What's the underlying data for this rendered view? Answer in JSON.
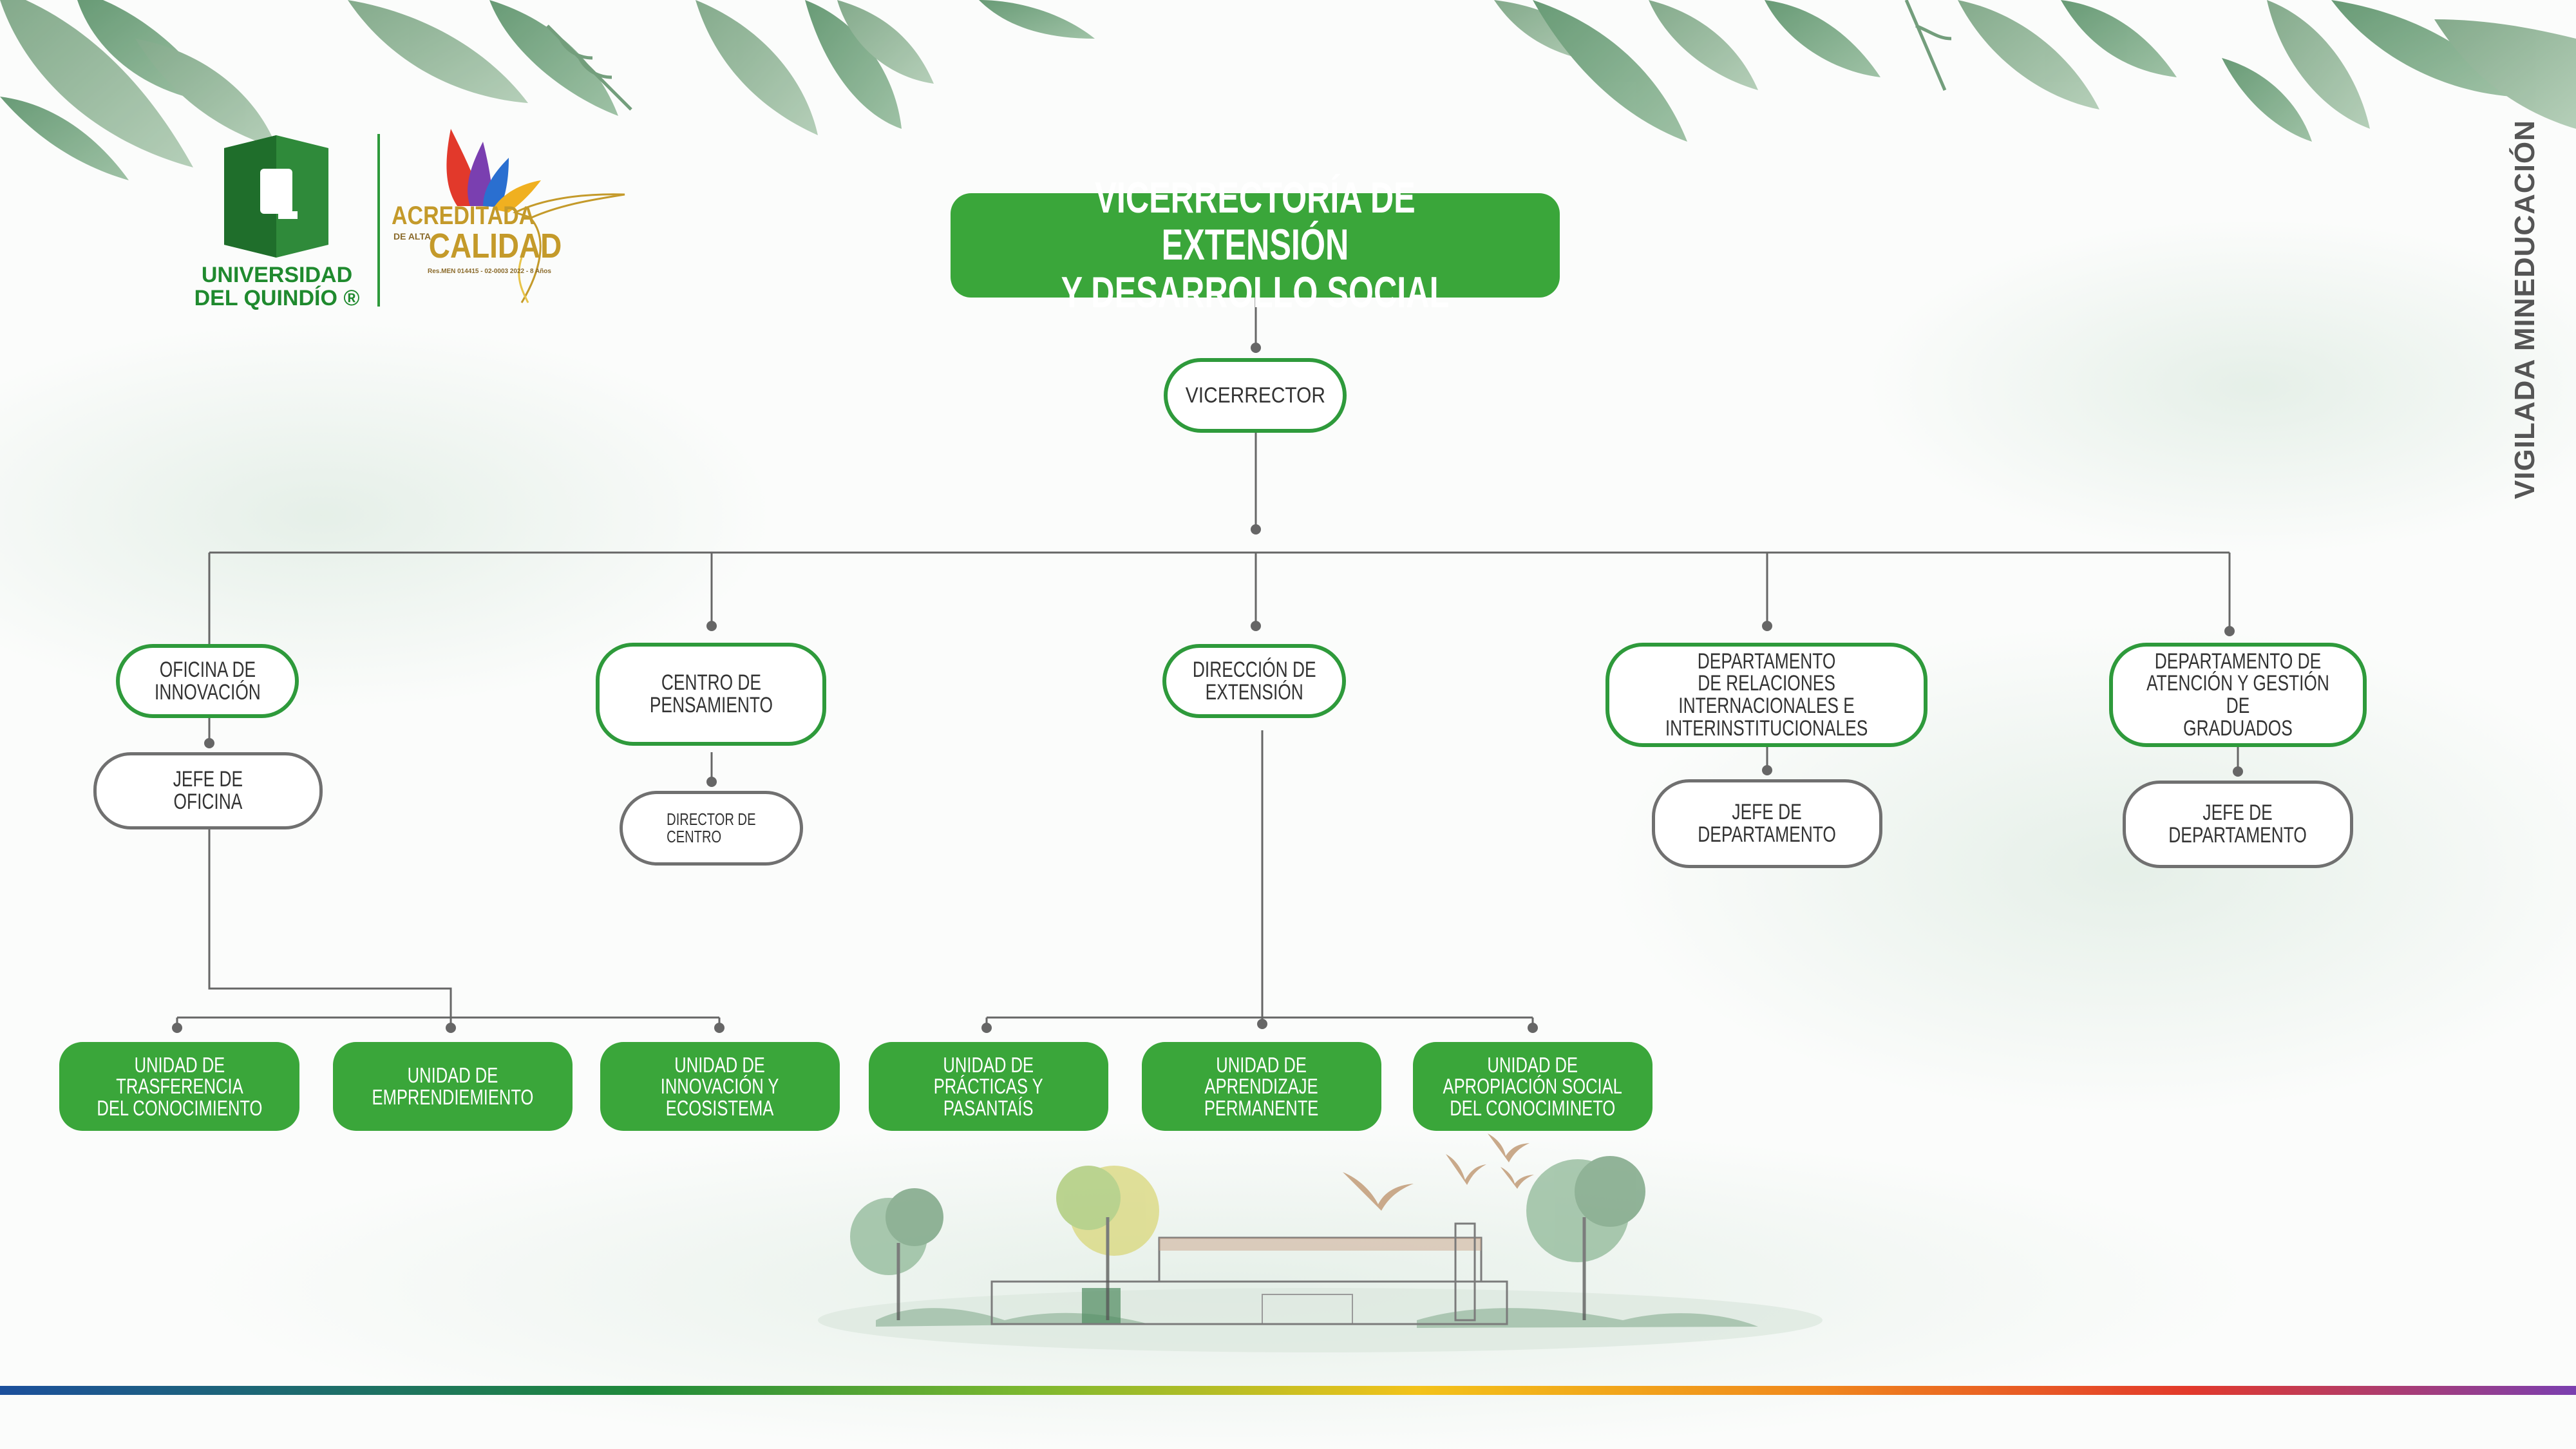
{
  "header": {
    "university_name": "UNIVERSIDAD DEL QUINDÍO",
    "university_line1": "UNIVERSIDAD",
    "university_line2": "DEL QUINDÍO ®",
    "accreditation_line1": "ACREDITADA",
    "accreditation_small": "DE ALTA",
    "accreditation_line2": "CALIDAD",
    "accreditation_resolution": "Res.MEN 014415 - 02-0003 2022 - 8 Años",
    "side_text": "VIGILADA MINEDUCACIÓN"
  },
  "org_chart": {
    "title": "VICERRECTORÍA DE EXTENSIÓN Y DESARROLLO SOCIAL",
    "title_lines": [
      "VICERRECTORÍA DE EXTENSIÓN",
      "Y DESARROLLO SOCIAL"
    ],
    "root": {
      "label": "VICERRECTOR"
    },
    "departments": [
      {
        "label": "OFICINA DE INNOVACIÓN",
        "lines": [
          "OFICINA DE",
          "INNOVACIÓN"
        ],
        "head": {
          "label": "JEFE DE OFICINA",
          "lines": [
            "JEFE DE",
            "OFICINA"
          ]
        },
        "units": [
          {
            "label": "UNIDAD DE TRASFERENCIA DEL CONOCIMIENTO",
            "lines": [
              "UNIDAD DE",
              "TRASFERENCIA",
              "DEL CONOCIMIENTO"
            ]
          },
          {
            "label": "UNIDAD DE EMPRENDIEMIENTO",
            "lines": [
              "UNIDAD DE",
              "EMPRENDIEMIENTO"
            ]
          },
          {
            "label": "UNIDAD DE INNOVACIÓN Y ECOSISTEMA",
            "lines": [
              "UNIDAD DE",
              "INNOVACIÓN Y",
              "ECOSISTEMA"
            ]
          }
        ]
      },
      {
        "label": "CENTRO DE PENSAMIENTO",
        "lines": [
          "CENTRO DE",
          "PENSAMIENTO"
        ],
        "head": {
          "label": "DIRECTOR DE CENTRO",
          "lines": [
            "DIRECTOR DE",
            "CENTRO"
          ]
        },
        "units": []
      },
      {
        "label": "DIRECCIÓN DE EXTENSIÓN",
        "lines": [
          "DIRECCIÓN DE",
          "EXTENSIÓN"
        ],
        "head": null,
        "units": [
          {
            "label": "UNIDAD DE PRÁCTICAS Y PASANTAÍS",
            "lines": [
              "UNIDAD DE",
              "PRÁCTICAS Y",
              "PASANTAÍS"
            ]
          },
          {
            "label": "UNIDAD DE APRENDIZAJE PERMANENTE",
            "lines": [
              "UNIDAD DE",
              "APRENDIZAJE",
              "PERMANENTE"
            ]
          },
          {
            "label": "UNIDAD DE APROPIACIÓN SOCIAL DEL CONOCIMINETO",
            "lines": [
              "UNIDAD DE",
              "APROPIACIÓN SOCIAL",
              "DEL CONOCIMINETO"
            ]
          }
        ]
      },
      {
        "label": "DEPARTAMENTO DE RELACIONES INTERNACIONALES E INTERINSTITUCIONALES",
        "lines": [
          "DEPARTAMENTO",
          "DE RELACIONES",
          "INTERNACIONALES E",
          "INTERINSTITUCIONALES"
        ],
        "head": {
          "label": "JEFE DE DEPARTAMENTO",
          "lines": [
            "JEFE DE",
            "DEPARTAMENTO"
          ]
        },
        "units": []
      },
      {
        "label": "DEPARTAMENTO DE ATENCIÓN Y GESTIÓN DE GRADUADOS",
        "lines": [
          "DEPARTAMENTO DE",
          "ATENCIÓN Y GESTIÓN DE",
          "GRADUADOS"
        ],
        "head": {
          "label": "JEFE DE DEPARTAMENTO",
          "lines": [
            "JEFE DE",
            "DEPARTAMENTO"
          ]
        },
        "units": []
      }
    ]
  },
  "colors": {
    "green": "#3aa63a",
    "dark_green": "#1f8a2e",
    "outline_green": "#2e9a3b",
    "grey": "#707070",
    "connector": "#666666",
    "gold": "#c49a2a"
  },
  "icons": {
    "leaves": "leaf-decoration-icon",
    "logo": "university-logo-icon",
    "bird": "hummingbird-icon",
    "campus": "campus-building-illustration-icon"
  }
}
